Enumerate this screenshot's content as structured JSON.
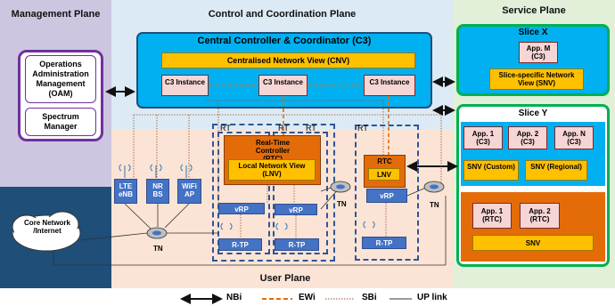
{
  "planes": {
    "management": "Management Plane",
    "control": "Control and Coordination Plane",
    "service": "Service Plane",
    "user": "User Plane"
  },
  "oam": "Operations Administration Management (OAM)",
  "spectrum": "Spectrum Manager",
  "c3": {
    "title": "Central Controller & Coordinator (C3)",
    "cnv": "Centralised Network View (CNV)",
    "instances": [
      "C3 Instance",
      "C3 Instance",
      "C3 Instance"
    ]
  },
  "rt": {
    "labels": [
      "RT",
      "RT",
      "RT",
      "RT"
    ],
    "rtc1": "Real-Time Controller (RTC)",
    "lnv1": "Local Network View (LNV)",
    "rtc2": "RTC",
    "lnv2": "LNV",
    "vrp": "vRP",
    "rtp": "R-TP",
    "tn": "TN"
  },
  "bs": [
    {
      "l1": "LTE",
      "l2": "eNB"
    },
    {
      "l1": "NR",
      "l2": "BS"
    },
    {
      "l1": "WiFi",
      "l2": "AP"
    }
  ],
  "core": "Core Network /Internet",
  "sliceX": {
    "title": "Slice X",
    "app": "App. M (C3)",
    "snv": "Slice-specific Network View (SNV)"
  },
  "sliceY": {
    "title": "Slice Y",
    "apps": [
      "App. 1 (C3)",
      "App. 2 (C3)",
      "App. N (C3)"
    ],
    "snv1": "SNV (Custom)",
    "snv2": "SNV (Regional)",
    "rtApps": [
      "App. 1 (RTC)",
      "App. 2 (RTC)"
    ],
    "snv3": "SNV"
  },
  "legend": {
    "nbi": "NBi",
    "ewi": "EWi",
    "sbi": "SBi",
    "up": "UP link"
  },
  "colors": {
    "mgmt_bg": "#cdc6e0",
    "ctrl_bg": "#dbeaf4",
    "service_bg": "#e2efd9",
    "user_bg": "#fbe4d5",
    "c3_bg": "#00b0f0",
    "rtc": "#e36c09",
    "accent_green": "#00b050",
    "purple": "#7030a0"
  }
}
